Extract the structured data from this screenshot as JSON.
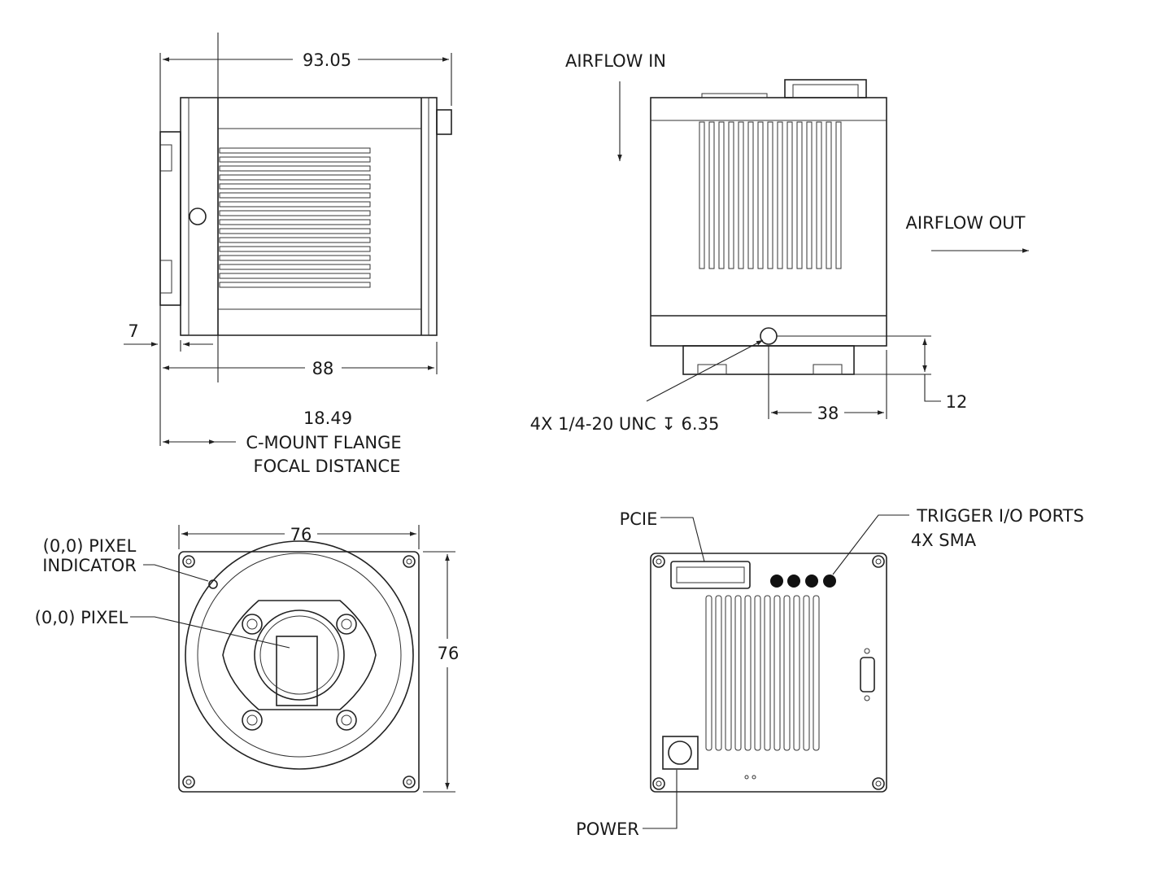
{
  "side_view": {
    "dim_length_overall": "93.05",
    "dim_length_body": "88",
    "dim_mount_offset": "7",
    "dim_flange": "18.49",
    "flange_label_line1": "C-MOUNT FLANGE",
    "flange_label_line2": "FOCAL DISTANCE"
  },
  "top_view": {
    "airflow_in": "AIRFLOW IN",
    "airflow_out": "AIRFLOW OUT",
    "dim_height": "12",
    "dim_offset": "38",
    "mount_callout": "4X 1/4-20 UNC ↧ 6.35"
  },
  "front_view": {
    "dim_width": "76",
    "dim_height": "76",
    "pixel_indicator_line1": "(0,0) PIXEL",
    "pixel_indicator_line2": "INDICATOR",
    "pixel_label": "(0,0) PIXEL"
  },
  "back_view": {
    "pcie_label": "PCIE",
    "trigger_label_line1": "TRIGGER I/O PORTS",
    "trigger_label_line2": "4X SMA",
    "power_label": "POWER"
  }
}
